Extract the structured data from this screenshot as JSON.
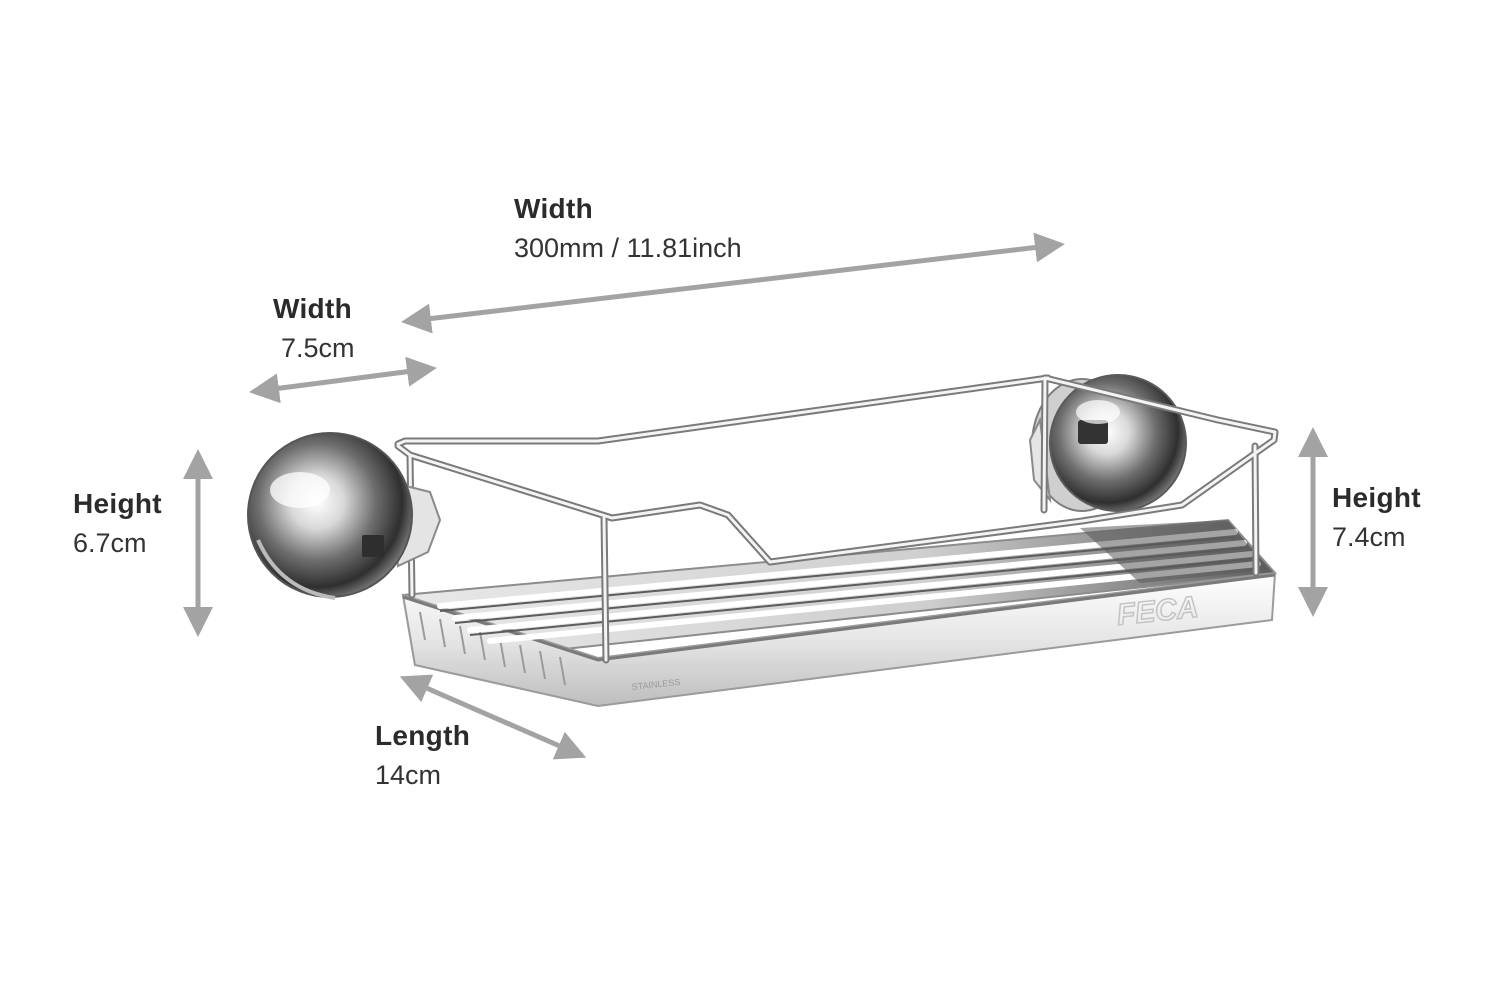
{
  "dimensions": {
    "width_long": {
      "name": "Width",
      "value": "300mm / 11.81inch"
    },
    "width_short": {
      "name": "Width",
      "value": "7.5cm"
    },
    "height_left": {
      "name": "Height",
      "value": "6.7cm"
    },
    "height_right": {
      "name": "Height",
      "value": "7.4cm"
    },
    "length": {
      "name": "Length",
      "value": "14cm"
    }
  },
  "product": {
    "brand_mark": "FECA",
    "stamp": "STAINLESS"
  },
  "colors": {
    "arrow": "#a3a3a3",
    "text": "#2b2b2b",
    "chrome_dark": "#3a3a3a",
    "chrome_light": "#f2f2f2"
  }
}
